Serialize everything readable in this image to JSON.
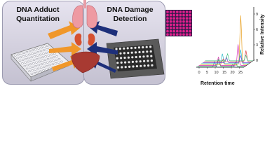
{
  "left_panel": {
    "title_line1": "DNA Adduct",
    "title_line2": "Quantitation"
  },
  "middle_panel": {
    "title_line1": "DNA Damage",
    "title_line2": "Detection"
  },
  "chart": {
    "x_label": "Retention time",
    "y_label": "Relative Intensity",
    "x_ticks": [
      "0",
      "5",
      "10",
      "15",
      "20",
      "25"
    ],
    "y_ticks": [
      "0",
      "3",
      "6",
      "9"
    ]
  },
  "colors": {
    "panel_bg": "#d3d0de",
    "arrow_orange": "#f0972a",
    "arrow_navy": "#1d2f7a",
    "array_dot": "#e01f8c",
    "peak_red": "#e03040"
  },
  "icons": [
    "lungs-icon",
    "kidneys-icon",
    "liver-icon",
    "microplate-icon",
    "microarray-icon"
  ]
}
